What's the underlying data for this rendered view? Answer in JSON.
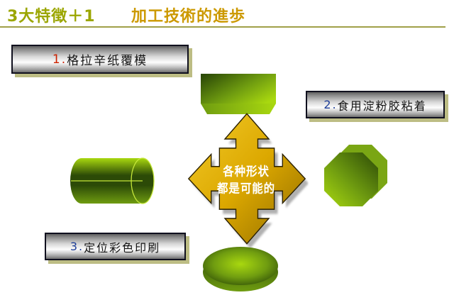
{
  "header": {
    "title_part1": "3大特徴＋1",
    "title_part2": "加工技術的進歩",
    "part1_color": "#9ba600",
    "part2_color": "#cc9900",
    "rule_color": "#a0a048"
  },
  "feature_boxes": [
    {
      "number": "1.",
      "label": "格拉辛纸覆模",
      "number_color": "#cc2200"
    },
    {
      "number": "2.",
      "label": "食用淀粉胶粘着",
      "number_color": "#1f3f99"
    },
    {
      "number": "3.",
      "label": "定位彩色印刷",
      "number_color": "#1f3f99"
    }
  ],
  "center_arrow": {
    "line1": "各种形状",
    "line2": "都是可能的",
    "text_color": "#ffffff"
  },
  "colors": {
    "gold_light": "#f2ca2a",
    "gold_mid": "#dca800",
    "gold_dark": "#8f6b00",
    "green_light": "#a9d80f",
    "green_mid": "#6f9c10",
    "green_dark": "#2c4a07",
    "green_side": "#7aa614",
    "green_line": "#c6e83a",
    "box_shadow": "#bdbd84",
    "box_border": "#10101e"
  }
}
